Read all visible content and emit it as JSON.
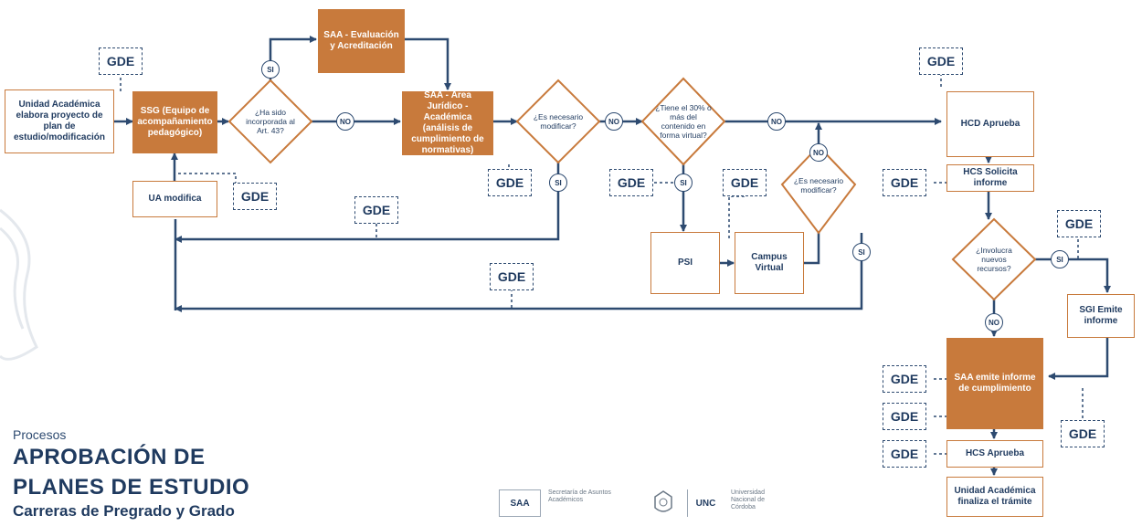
{
  "title": {
    "kicker": "Procesos",
    "line1": "APROBACIÓN DE",
    "line2": "PLANES DE ESTUDIO",
    "subtitle": "Carreras de Pregrado y Grado"
  },
  "gde_label": "GDE",
  "nodes": {
    "unidad": "Unidad Académica elabora proyecto de plan de estudio/modificación",
    "ssg": "SSG (Equipo de acompañamiento pedagógico)",
    "ua_modifica": "UA modifica",
    "saa_eval": "SAA - Evaluación y Acreditación",
    "saa_juridico": "SAA - Área Jurídico - Académica (análisis de cumplimiento de normativas)",
    "psi": "PSI",
    "campus": "Campus Virtual",
    "hcd": "HCD Aprueba",
    "hcs_solicita": "HCS Solicita informe",
    "sgi": "SGI Emite informe",
    "saa_emite": "SAA emite informe de cumplimiento",
    "hcs_aprueba": "HCS Aprueba",
    "finaliza": "Unidad Académica finaliza el trámite"
  },
  "decisions": {
    "art43": "¿Ha sido incorporada al Art. 43?",
    "modificar1": "¿Es necesario modificar?",
    "virtual": "¿Tiene el 30% o más del contenido en forma virtual?",
    "modificar2": "¿Es necesario modificar?",
    "recursos": "¿Involucra nuevos recursos?"
  },
  "labels": {
    "si": "SI",
    "no": "NO"
  },
  "logos": {
    "saa": "SAA",
    "saa_text": "Secretaría de Asuntos Académicos",
    "unc": "UNC",
    "unc_text": "Universidad Nacional de Córdoba"
  },
  "colors": {
    "orange": "#c87a3c",
    "navy": "#2d4a70"
  }
}
